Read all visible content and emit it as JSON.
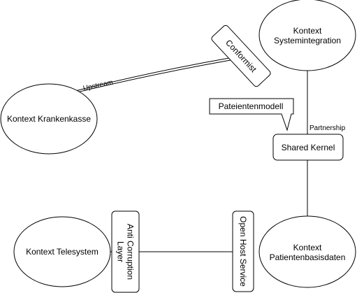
{
  "nodes": {
    "krankenkasse": {
      "label": "Kontext Krankenkasse"
    },
    "systemintegration": {
      "line1": "Kontext",
      "line2": "Systemintegration"
    },
    "telesystem": {
      "label": "Kontext Telesystem"
    },
    "patientenbasisdaten": {
      "line1": "Kontext",
      "line2": "Patientenbasisdaten"
    },
    "conformist": {
      "label": "Conformist"
    },
    "shared_kernel": {
      "label": "Shared Kernel"
    },
    "anti_corruption": {
      "line1": "Anti Corruption",
      "line2": "Layer"
    },
    "open_host": {
      "label": "Open Host Service"
    },
    "callout": {
      "label": "Pateientenmodell"
    }
  },
  "edge_labels": {
    "upstream": "Upstream",
    "partnership": "Partnership"
  }
}
